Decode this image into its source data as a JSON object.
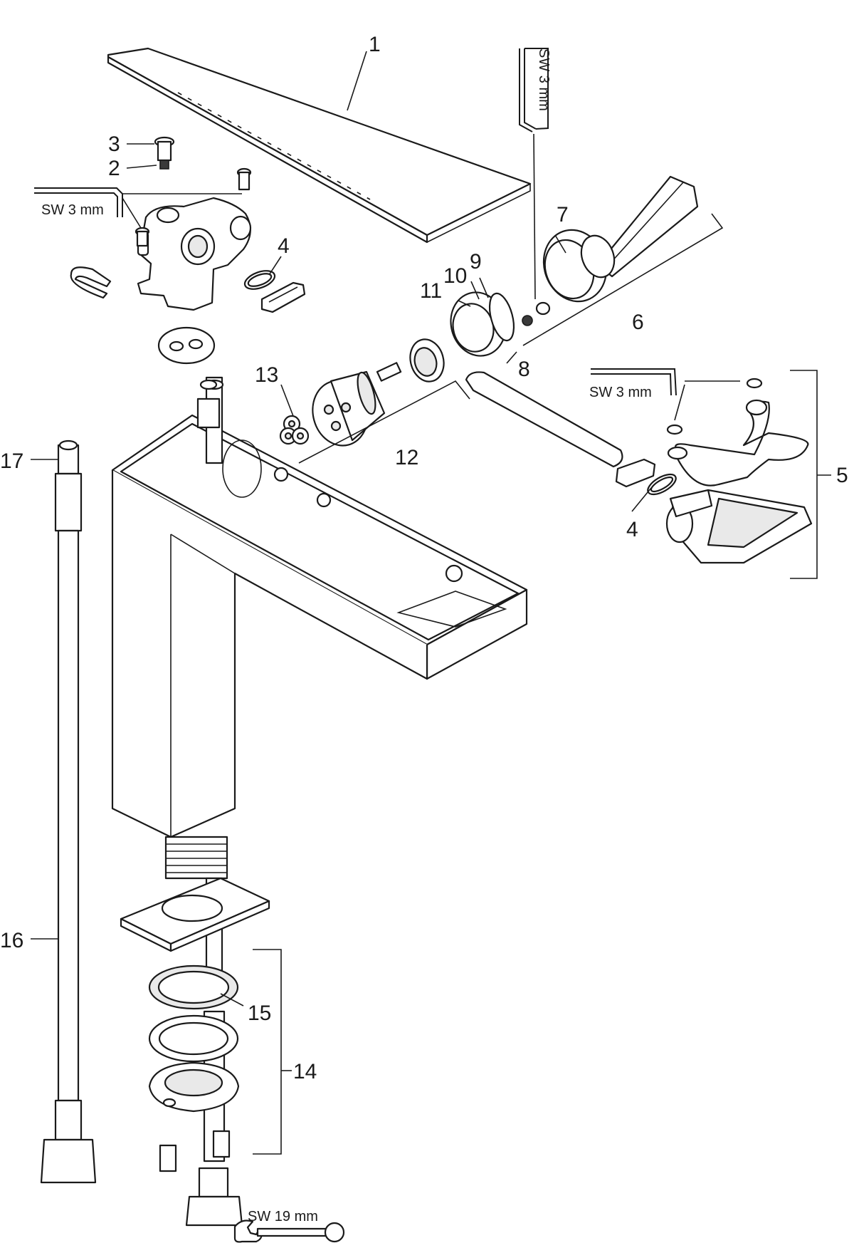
{
  "labels": {
    "p1": "1",
    "p2": "2",
    "p3": "3",
    "p4a": "4",
    "p4b": "4",
    "p5": "5",
    "p6": "6",
    "p7": "7",
    "p8": "8",
    "p9": "9",
    "p10": "10",
    "p11": "11",
    "p12": "12",
    "p13": "13",
    "p14": "14",
    "p15": "15",
    "p16": "16",
    "p17": "17"
  },
  "tools": {
    "hex_key_top_right": "SW 3 mm",
    "hex_key_left": "SW 3 mm",
    "hex_key_right": "SW 3 mm",
    "wrench": "SW 19 mm"
  }
}
